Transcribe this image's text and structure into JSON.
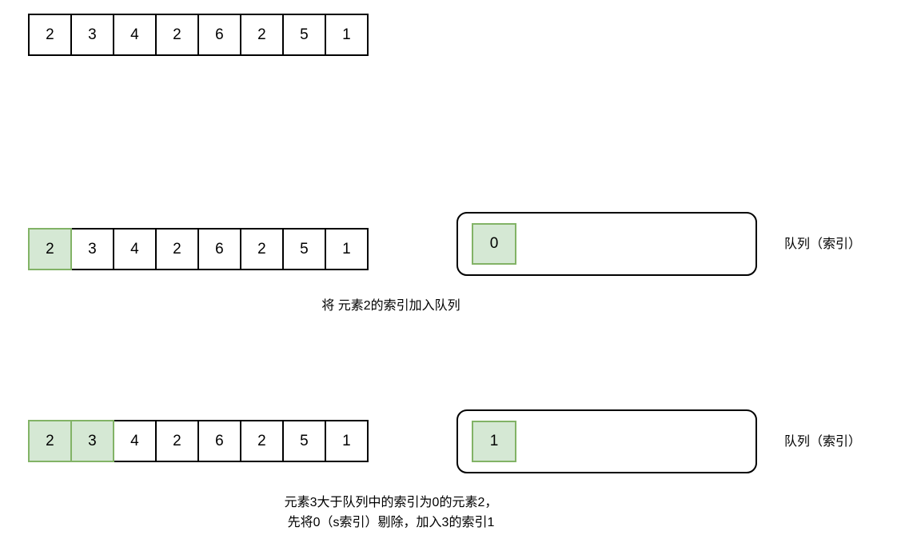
{
  "diagram": {
    "title_text": "",
    "colors": {
      "highlight_fill": "#d5e8d4",
      "highlight_stroke": "#82b366",
      "cell_stroke": "#000000",
      "cell_fill": "#ffffff",
      "text": "#000000"
    }
  },
  "arrays": {
    "initial": {
      "values": [
        "2",
        "3",
        "4",
        "2",
        "6",
        "2",
        "5",
        "1"
      ],
      "highlighted_indices": []
    },
    "step1": {
      "values": [
        "2",
        "3",
        "4",
        "2",
        "6",
        "2",
        "5",
        "1"
      ],
      "highlighted_indices": [
        0
      ]
    },
    "step2": {
      "values": [
        "2",
        "3",
        "4",
        "2",
        "6",
        "2",
        "5",
        "1"
      ],
      "highlighted_indices": [
        0,
        1
      ]
    }
  },
  "queues": {
    "step1": {
      "items": [
        "0"
      ],
      "label": "队列（索引）"
    },
    "step2": {
      "items": [
        "1"
      ],
      "label": "队列（索引）"
    }
  },
  "captions": {
    "step1": "将 元素2的索引加入队列",
    "step2": "元素3大于队列中的索引为0的元素2，\n先将0（s索引）剔除，加入3的索引1"
  }
}
